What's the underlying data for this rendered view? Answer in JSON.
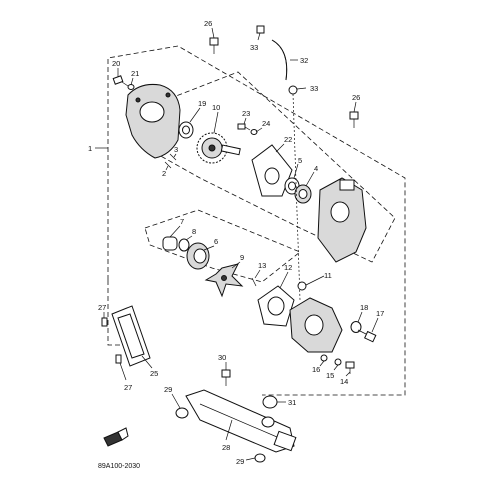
{
  "diagram": {
    "code": "89A100-2030",
    "callouts": {
      "c1": "1",
      "c2": "2",
      "c3": "3",
      "c4": "4",
      "c5": "5",
      "c6": "6",
      "c7": "7",
      "c8": "8",
      "c9": "9",
      "c10": "10",
      "c11": "11",
      "c12": "12",
      "c13": "13",
      "c14": "14",
      "c15": "15",
      "c16": "16",
      "c17": "17",
      "c18": "18",
      "c19": "19",
      "c20": "20",
      "c21": "21",
      "c22": "22",
      "c23": "23",
      "c24": "24",
      "c25": "25",
      "c26a": "26",
      "c26b": "26",
      "c27a": "27",
      "c27b": "27",
      "c28": "28",
      "c29a": "29",
      "c29b": "29",
      "c30": "30",
      "c31": "31",
      "c32": "32",
      "c33a": "33",
      "c33b": "33"
    }
  }
}
